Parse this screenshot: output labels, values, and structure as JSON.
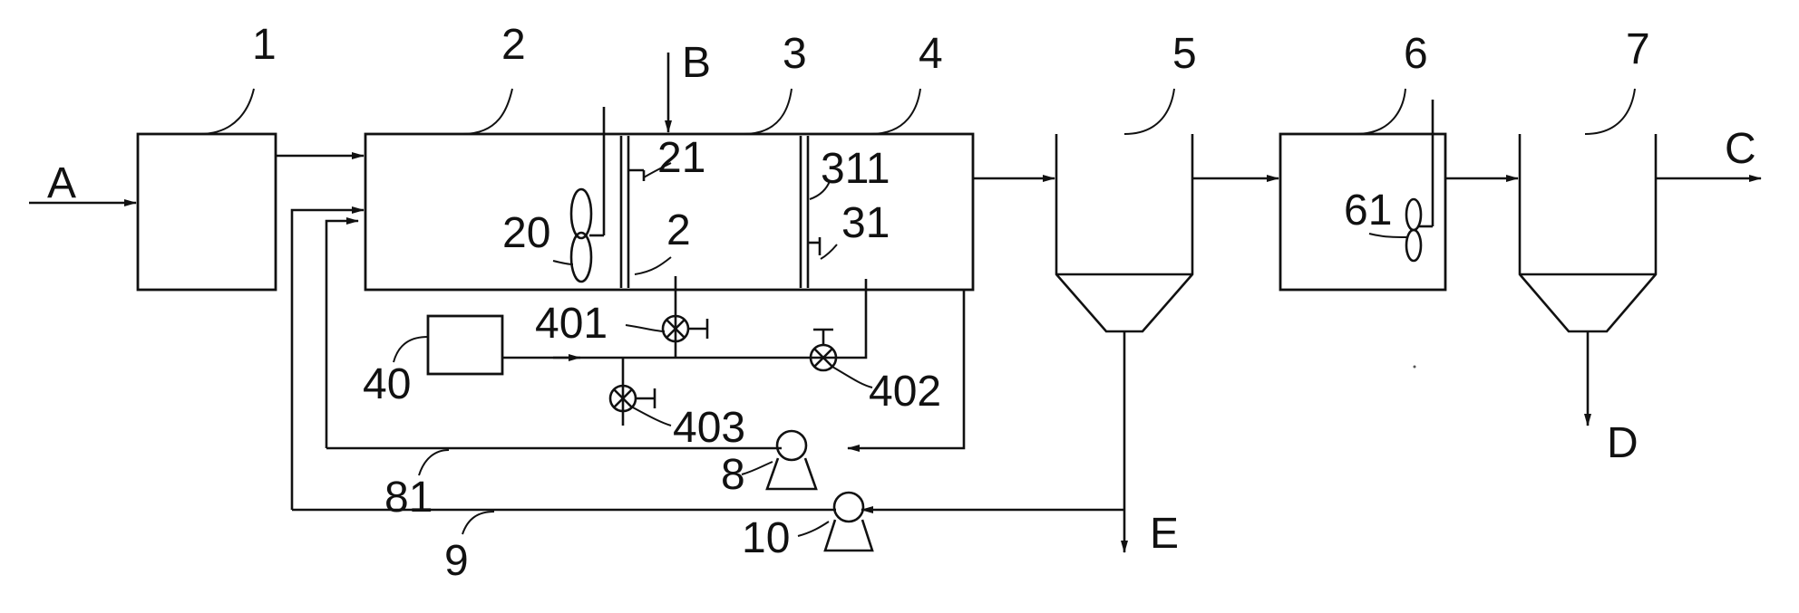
{
  "diagram": {
    "stream_labels": {
      "inlet": "A",
      "dosing": "B",
      "effluent": "C",
      "sludge_clarifier": "D",
      "sludge_sedimentation": "E"
    },
    "component_numbers": {
      "pretreatment": "1",
      "anoxic_tank": "2",
      "middle_tank": "3",
      "aerobic_tank": "4",
      "sedimentation_tank": "5",
      "reaction_tank": "6",
      "clarifier": "7",
      "pump_8": "8",
      "return_line_9": "9",
      "pump_10": "10",
      "stirrer_20": "20",
      "baffle_21": "21",
      "partition_2": "2",
      "baffle_31": "31",
      "partition_311": "311",
      "dosing_tank_40": "40",
      "valve_401": "401",
      "valve_402": "402",
      "valve_403": "403",
      "stirrer_61": "61",
      "line_81": "81"
    }
  }
}
